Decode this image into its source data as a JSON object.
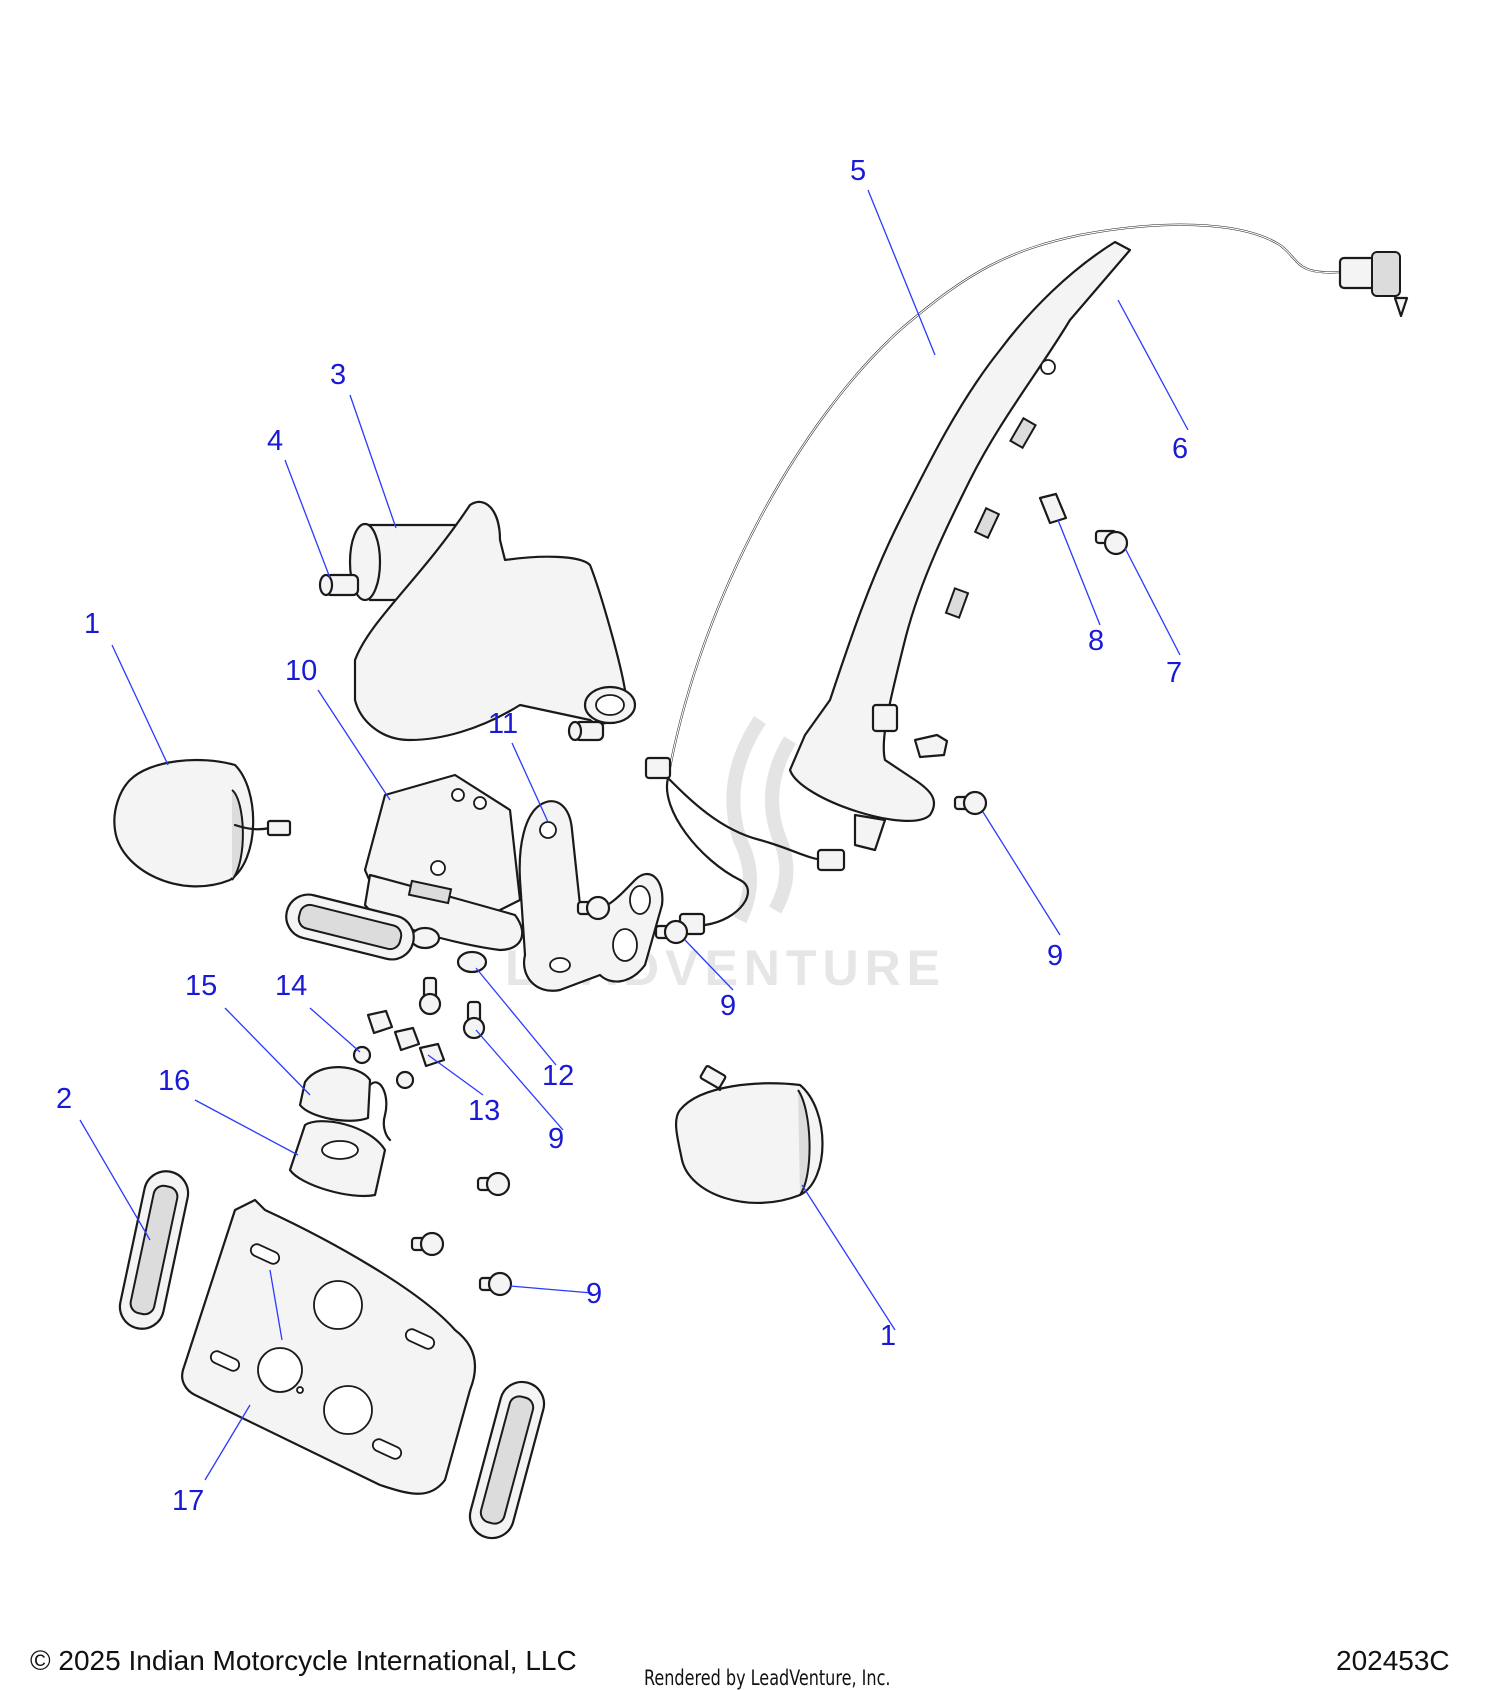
{
  "callouts": {
    "c1a": "1",
    "c1b": "1",
    "c2": "2",
    "c3": "3",
    "c4": "4",
    "c5": "5",
    "c6": "6",
    "c7": "7",
    "c8": "8",
    "c9a": "9",
    "c9b": "9",
    "c9c": "9",
    "c9d": "9",
    "c10": "10",
    "c11": "11",
    "c12": "12",
    "c13": "13",
    "c14": "14",
    "c15": "15",
    "c16": "16",
    "c17": "17"
  },
  "watermark": "LEADVENTURE",
  "footer": {
    "copyright": "© 2025 Indian Motorcycle International, LLC",
    "rendered_by": "Rendered by LeadVenture, Inc.",
    "diagram_id": "202453C"
  },
  "colors": {
    "callout": "#1a1ad6",
    "leader": "#2b3aff",
    "line": "#1a1a1a"
  }
}
